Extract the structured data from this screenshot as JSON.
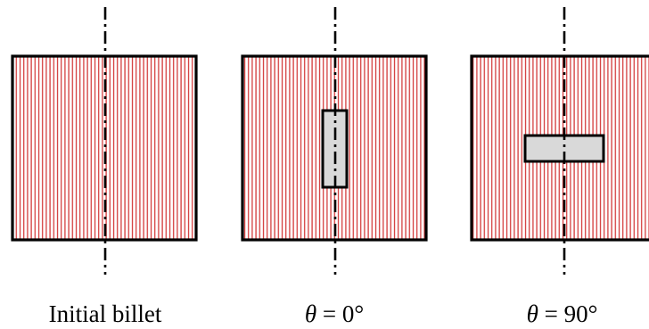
{
  "colors": {
    "hatch": "#d33b3b",
    "outline": "#000000",
    "specimen_fill": "#d9d9d9",
    "background": "#ffffff"
  },
  "panels": [
    {
      "name": "initial-billet",
      "caption": "Initial billet",
      "specimen": "none"
    },
    {
      "name": "theta-0",
      "caption_symbol": "θ",
      "caption_rest": " = 0°",
      "specimen": "vertical"
    },
    {
      "name": "theta-90",
      "caption_symbol": "θ",
      "caption_rest": " = 90°",
      "specimen": "horizontal"
    }
  ]
}
